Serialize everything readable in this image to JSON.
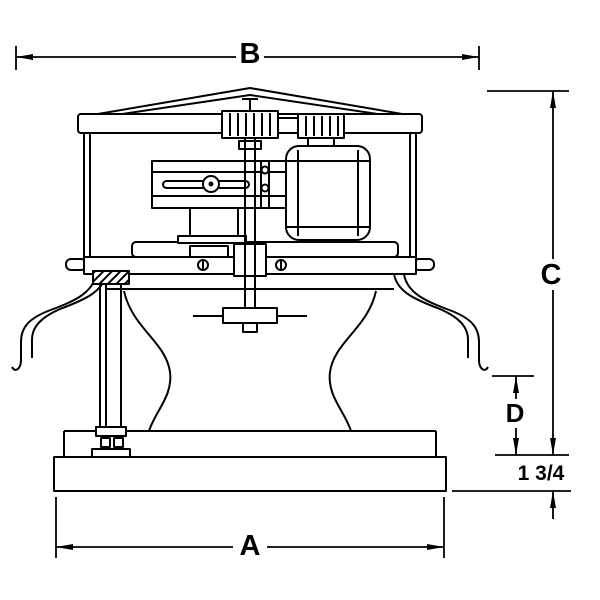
{
  "drawing": {
    "subject": "Belt-driven roof ventilator, front elevation dimension drawing",
    "background_color": "#ffffff",
    "line_color": "#000000"
  },
  "dimensions": {
    "overall_width": {
      "label": "B"
    },
    "overall_height": {
      "label": "C"
    },
    "windband_bottom_to_base": {
      "label": "D"
    },
    "base_width": {
      "label": "A"
    },
    "base_height": {
      "label": "1 3/4"
    }
  }
}
